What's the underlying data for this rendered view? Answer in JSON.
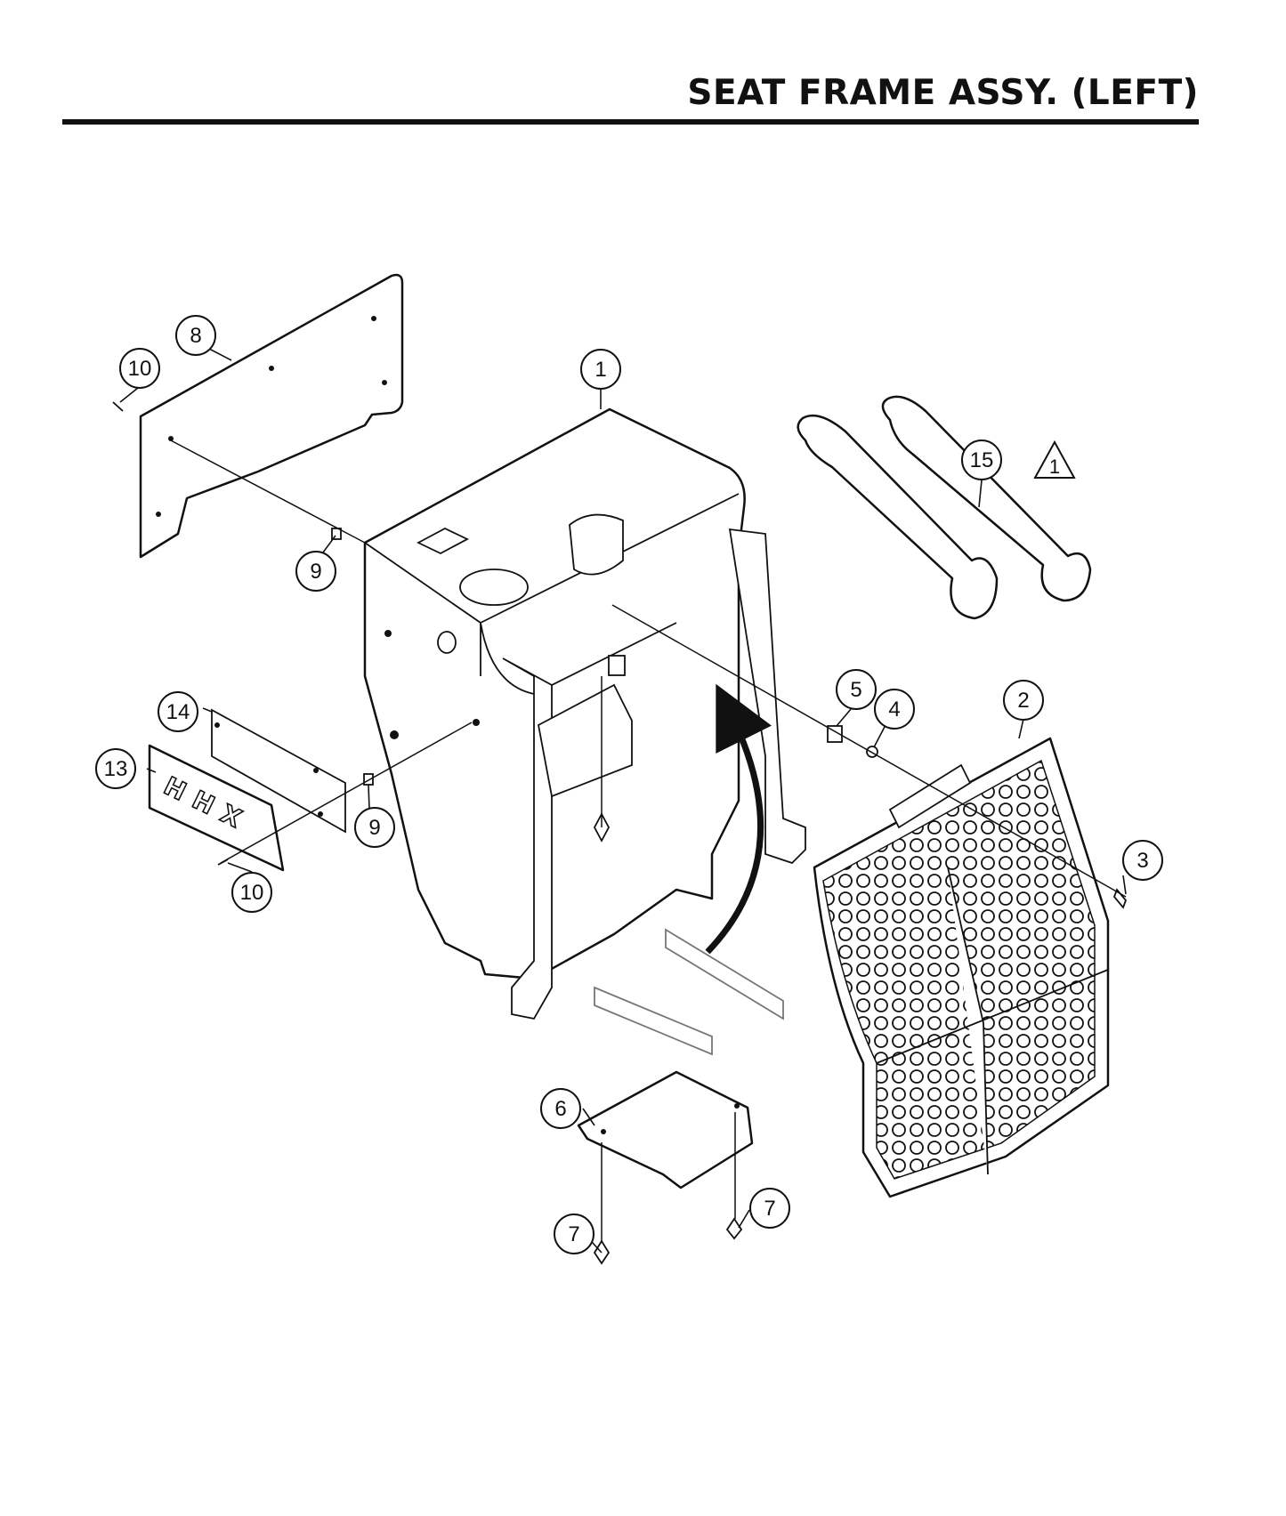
{
  "header": {
    "title": "SEAT FRAME ASSY. (LEFT)"
  },
  "logo": {
    "nameplate_text": "HHX"
  },
  "warning_mark": {
    "label": "1"
  },
  "callouts": [
    {
      "id": "c1",
      "label": "1"
    },
    {
      "id": "c2",
      "label": "2"
    },
    {
      "id": "c3",
      "label": "3"
    },
    {
      "id": "c4",
      "label": "4"
    },
    {
      "id": "c5",
      "label": "5"
    },
    {
      "id": "c6",
      "label": "6"
    },
    {
      "id": "c7a",
      "label": "7"
    },
    {
      "id": "c7b",
      "label": "7"
    },
    {
      "id": "c8",
      "label": "8"
    },
    {
      "id": "c9a",
      "label": "9"
    },
    {
      "id": "c9b",
      "label": "9"
    },
    {
      "id": "c10a",
      "label": "10"
    },
    {
      "id": "c10b",
      "label": "10"
    },
    {
      "id": "c13",
      "label": "13"
    },
    {
      "id": "c14",
      "label": "14"
    },
    {
      "id": "c15",
      "label": "15"
    }
  ]
}
